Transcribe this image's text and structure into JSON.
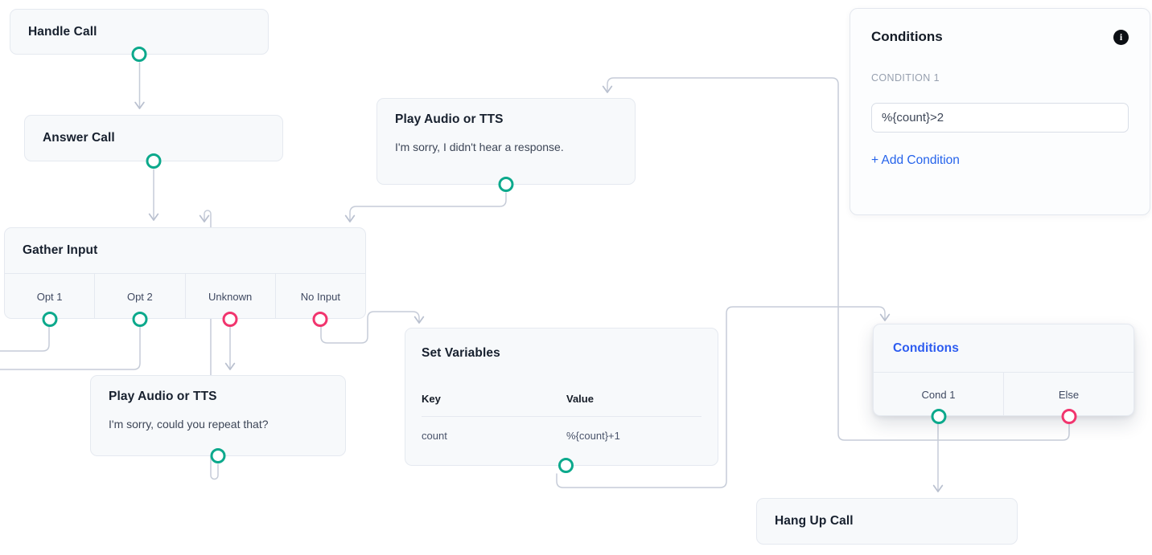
{
  "nodes": {
    "handle_call": {
      "title": "Handle Call"
    },
    "answer_call": {
      "title": "Answer Call"
    },
    "play_audio_no_response": {
      "title": "Play Audio or TTS",
      "body": "I'm sorry, I didn't hear a response."
    },
    "gather_input": {
      "title": "Gather Input",
      "options": [
        {
          "label": "Opt 1",
          "port": "green"
        },
        {
          "label": "Opt 2",
          "port": "green"
        },
        {
          "label": "Unknown",
          "port": "pink"
        },
        {
          "label": "No Input",
          "port": "pink"
        }
      ]
    },
    "play_audio_repeat": {
      "title": "Play Audio or TTS",
      "body": "I'm sorry, could you repeat that?"
    },
    "set_variables": {
      "title": "Set Variables",
      "columns": [
        "Key",
        "Value"
      ],
      "rows": [
        {
          "key": "count",
          "value": "%{count}+1"
        }
      ]
    },
    "conditions": {
      "title": "Conditions",
      "options": [
        {
          "label": "Cond 1",
          "port": "green"
        },
        {
          "label": "Else",
          "port": "pink"
        }
      ]
    },
    "hang_up_call": {
      "title": "Hang Up Call"
    }
  },
  "panel": {
    "title": "Conditions",
    "info_icon": "i",
    "condition_label": "CONDITION 1",
    "condition_value": "%{count}>2",
    "add_condition_label": "+ Add Condition"
  },
  "colors": {
    "success_port": "#0ca98c",
    "failure_port": "#f1356e",
    "connector": "#c6ccd8",
    "node_background": "#f7f9fb",
    "accent_blue": "#2d5cf0",
    "link_blue": "#2563eb"
  }
}
